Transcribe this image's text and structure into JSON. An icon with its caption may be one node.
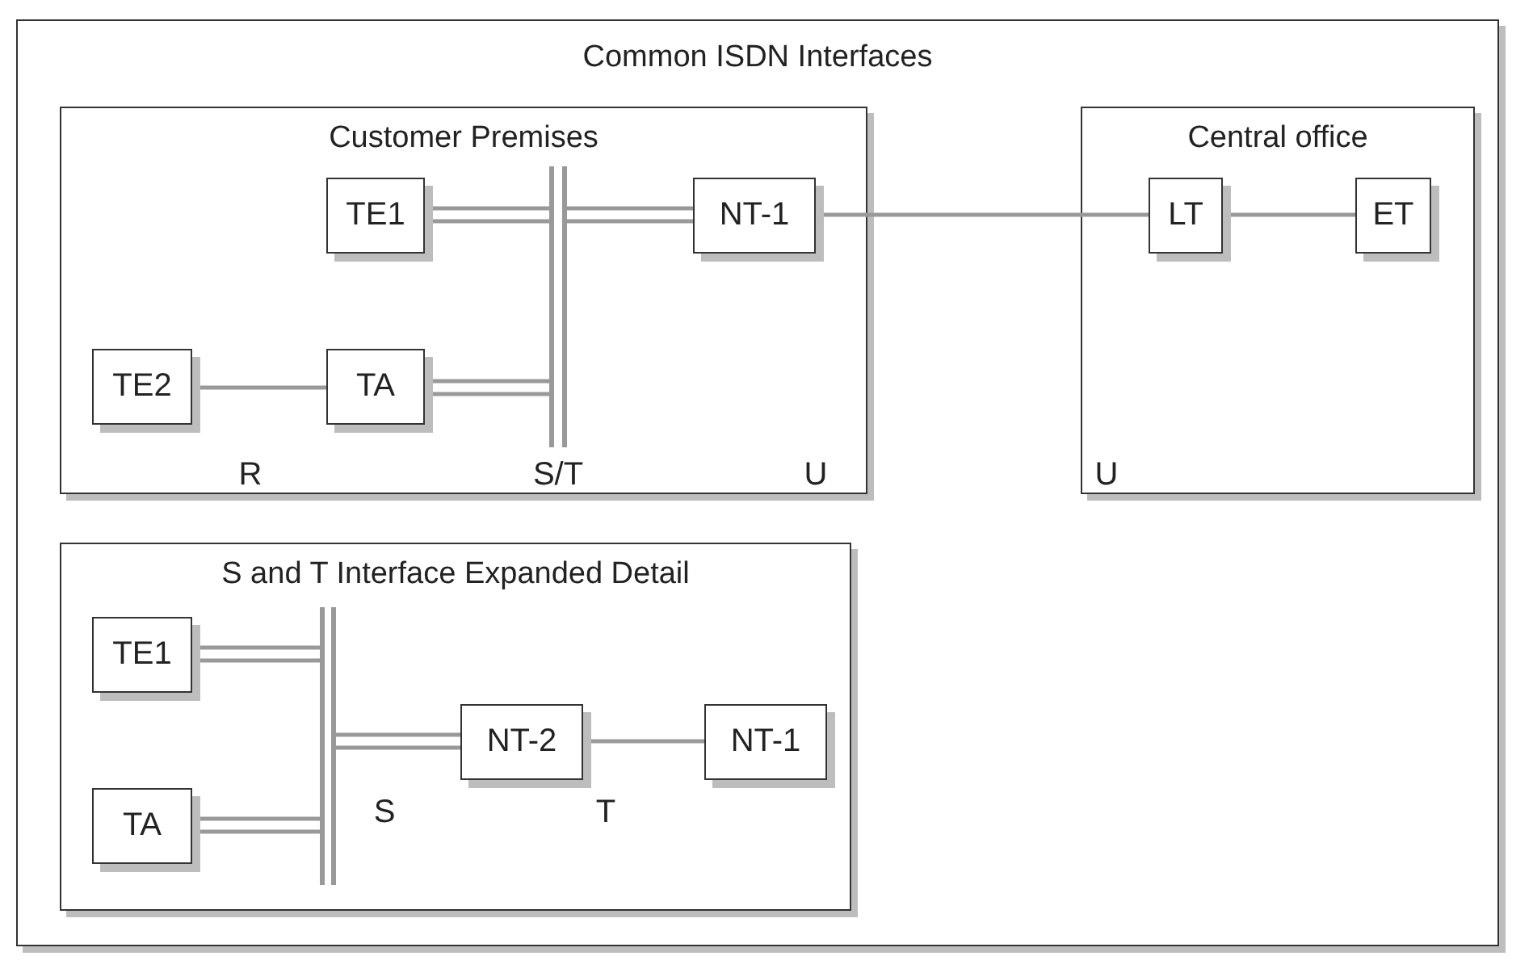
{
  "diagram": {
    "nodes": [
      {
        "text": [
          "Common ISDN Interfaces"
        ]
      },
      {
        "text": [
          "Customer Premises"
        ],
        "in": 0
      },
      {
        "text": [
          "TE1"
        ],
        "in": 1
      },
      {
        "text": [],
        "shape": "bar",
        "in": 1,
        "beside": [
          "S/T"
        ]
      },
      {
        "text": [
          "NT-1"
        ],
        "in": 1
      },
      {
        "text": [
          "TE2"
        ],
        "in": 1
      },
      {
        "text": [
          "TA"
        ],
        "in": 1
      },
      {
        "text": [
          "Central office"
        ],
        "in": 0
      },
      {
        "text": [
          "LT"
        ],
        "in": 7
      },
      {
        "text": [
          "ET"
        ],
        "in": 7
      },
      {
        "text": [
          "S and T Interface Expanded Detail"
        ],
        "in": 0
      },
      {
        "text": [
          "TE1"
        ],
        "in": 10
      },
      {
        "text": [],
        "shape": "bar",
        "in": 10
      },
      {
        "text": [
          "NT-2"
        ],
        "in": 10
      },
      {
        "text": [
          "NT-1"
        ],
        "in": 10
      },
      {
        "text": [
          "TA"
        ],
        "in": 10
      }
    ],
    "edges": [
      {
        "from": 2,
        "to": 3,
        "arrow": "none"
      },
      {
        "from": 3,
        "to": 4,
        "arrow": "none"
      },
      {
        "from": 5,
        "to": 6,
        "arrow": "none"
      },
      {
        "from": 6,
        "to": 3,
        "arrow": "none"
      },
      {
        "from": 4,
        "to": 8,
        "arrow": "none"
      },
      {
        "from": 8,
        "to": 9,
        "arrow": "none"
      },
      {
        "from": 11,
        "to": 12,
        "arrow": "none"
      },
      {
        "from": 15,
        "to": 12,
        "arrow": "none"
      },
      {
        "from": 12,
        "to": 13,
        "arrow": "none"
      },
      {
        "from": 13,
        "to": 14,
        "arrow": "none"
      }
    ],
    "labels": [
      "R",
      "U",
      "U",
      "S",
      "T"
    ]
  }
}
